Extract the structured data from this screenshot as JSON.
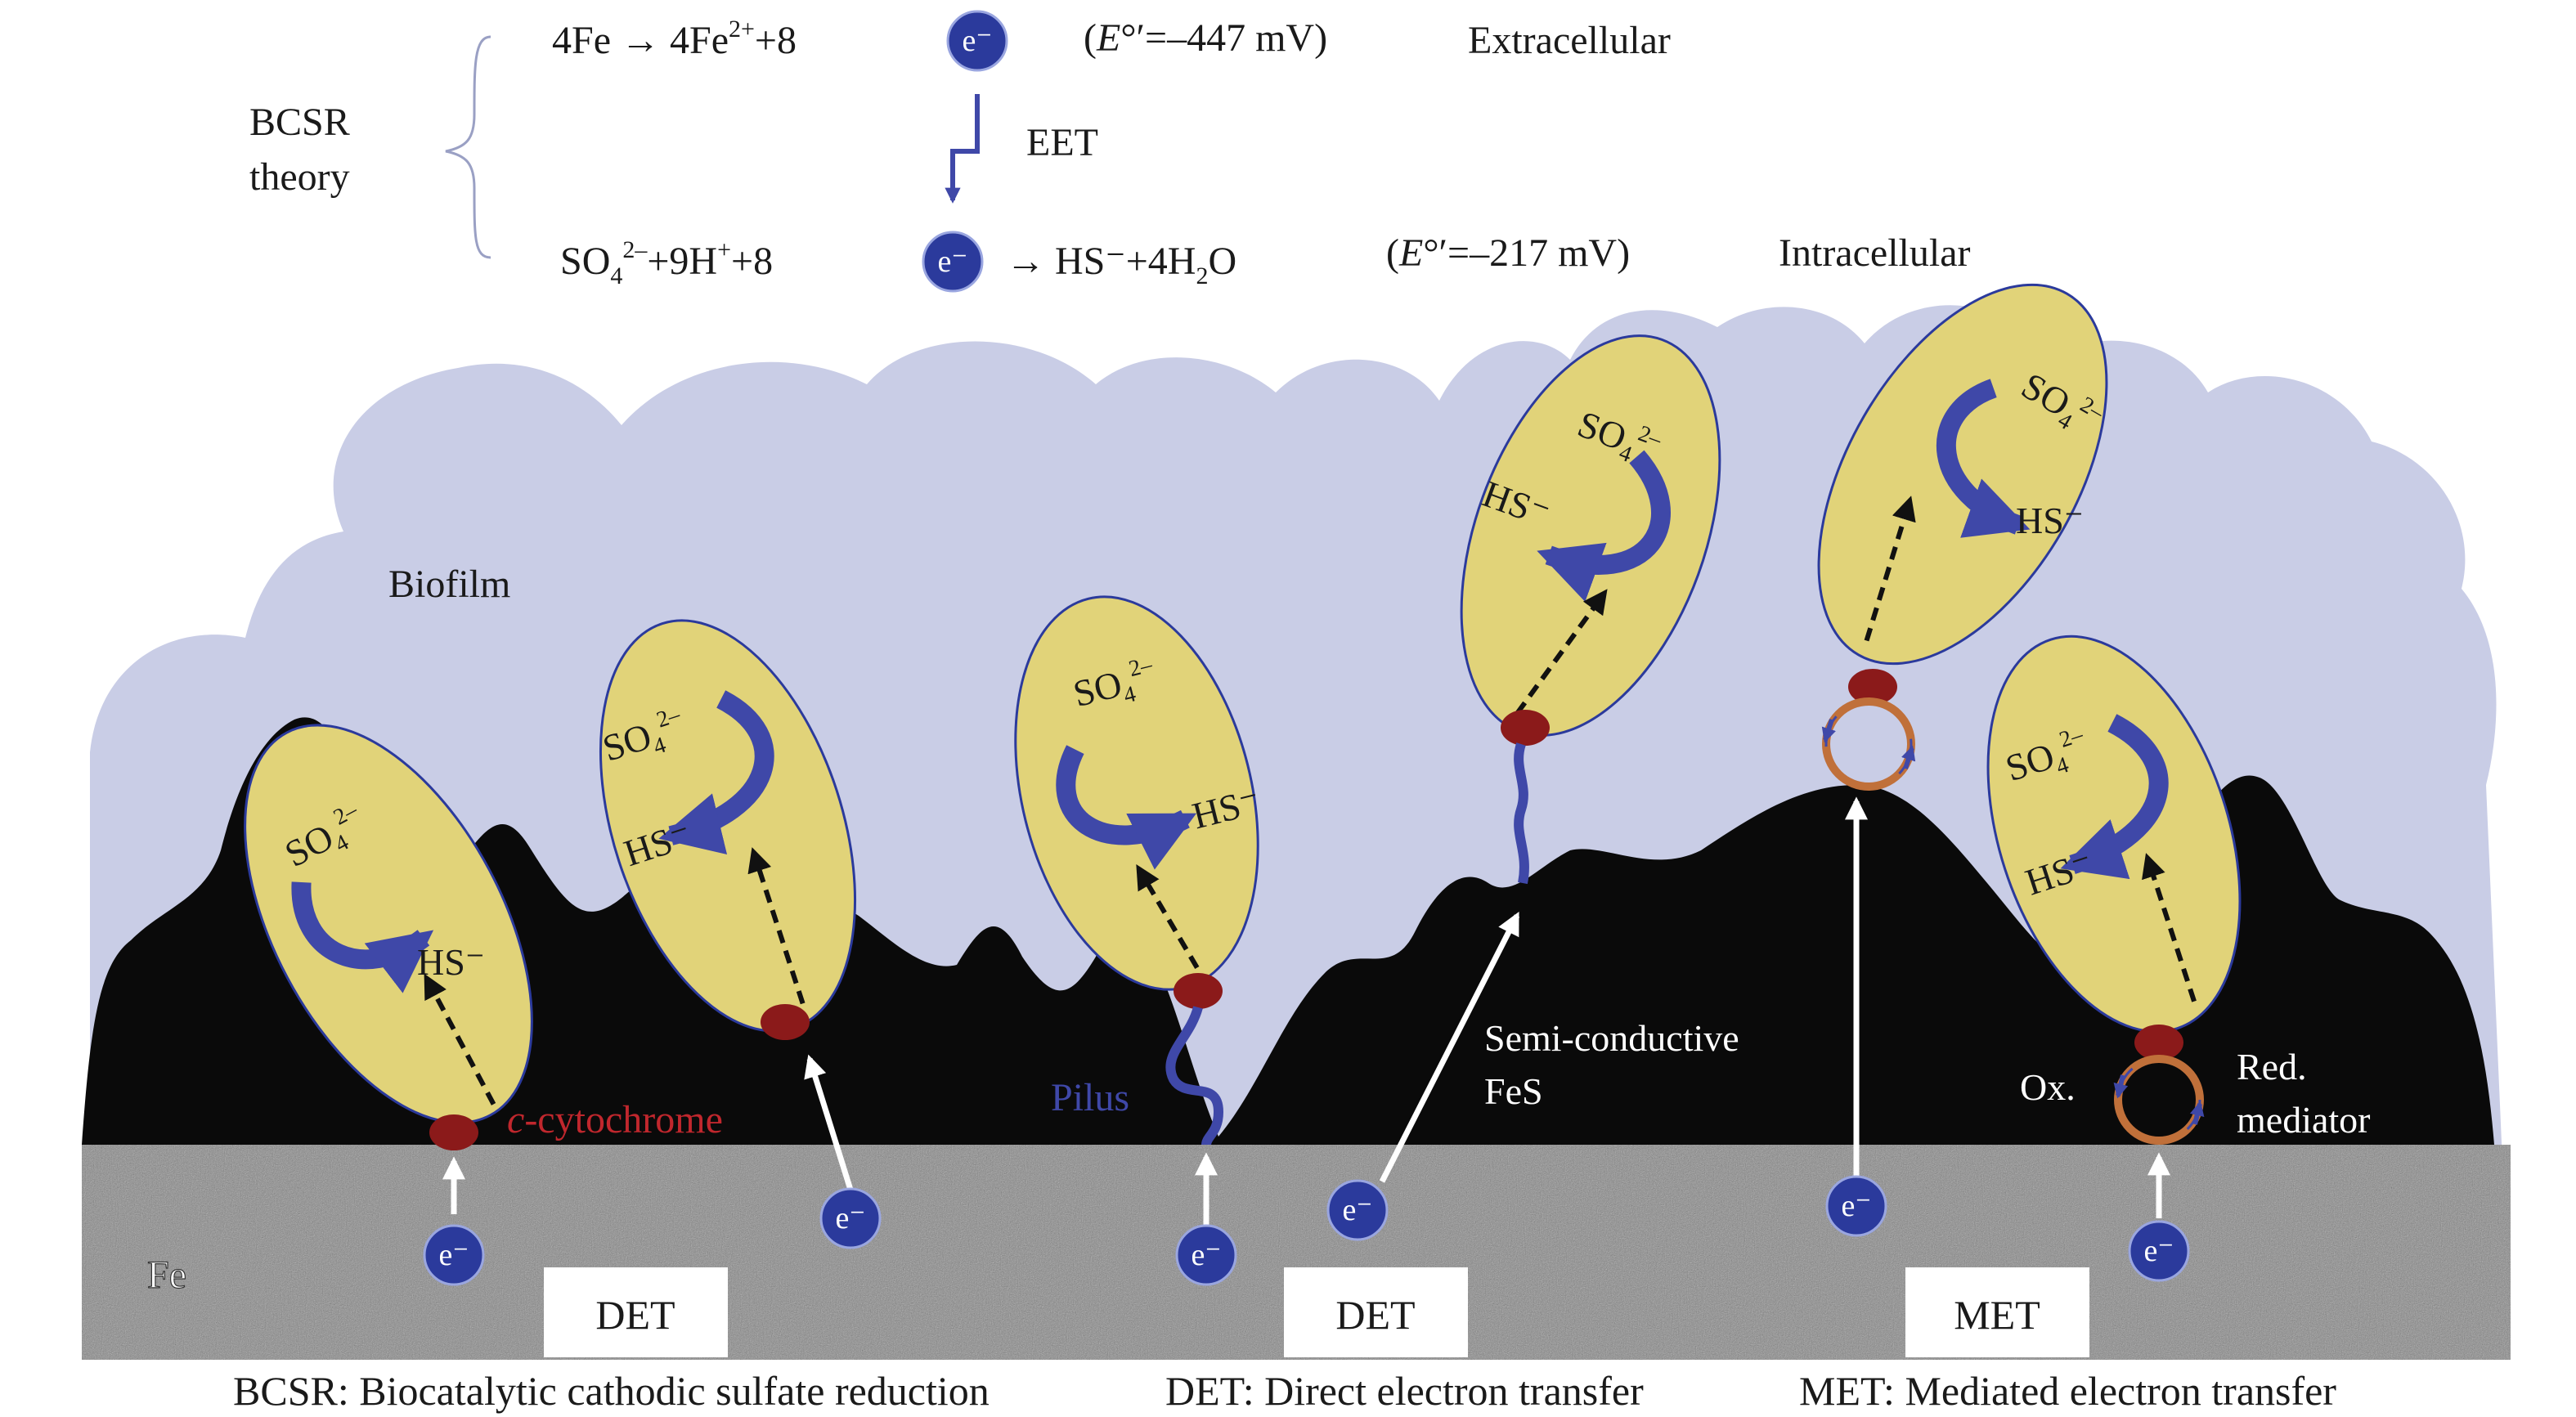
{
  "theory": {
    "label_line1": "BCSR",
    "label_line2": "theory",
    "eq1_left": "4Fe → 4Fe",
    "eq1_sup": "2+",
    "eq1_tail": "+8",
    "eq1_potential_prefix": "(",
    "eq1_potential_E": "E",
    "eq1_potential_rest": "°′=–447 mV)",
    "eq1_location": "Extracellular",
    "eet_label": "EET",
    "eq2_left": "SO",
    "eq2_sub": "4",
    "eq2_sup": "2–",
    "eq2_tail": "+9H",
    "eq2_sup2": "+",
    "eq2_tail2": "+8",
    "eq2_product": "→ HS⁻+4H",
    "eq2_product_sub": "2",
    "eq2_product_tail": "O",
    "eq2_potential_prefix": "(",
    "eq2_potential_E": "E",
    "eq2_potential_rest": "°′=–217 mV)",
    "eq2_location": "Intracellular"
  },
  "electron_label": "e⁻",
  "cell": {
    "so4": "SO",
    "so4_sub": "4",
    "so4_sup": "2–",
    "hs": "HS⁻"
  },
  "labels": {
    "biofilm": "Biofilm",
    "fe": "Fe",
    "cytochrome_italic": "c",
    "cytochrome_rest": "-cytochrome",
    "pilus": "Pilus",
    "fes_line1": "Semi-conductive",
    "fes_line2": "FeS",
    "ox": "Ox.",
    "red_line1": "Red.",
    "red_line2": "mediator"
  },
  "mechanism_boxes": [
    "DET",
    "DET",
    "MET"
  ],
  "footer": {
    "bcsr": "BCSR: Biocatalytic cathodic sulfate reduction",
    "det": "DET: Direct electron transfer",
    "met": "MET: Mediated electron transfer"
  },
  "colors": {
    "biofilm": "#c9cde6",
    "deposit": "#0a0a0a",
    "fe_metal": "#8c8c8c",
    "cell_fill": "#e1d379",
    "cytochrome": "#8b1a1a",
    "pilus": "#3f48a8",
    "electron": "#2b3a9c",
    "mediator": "#c0703a"
  }
}
